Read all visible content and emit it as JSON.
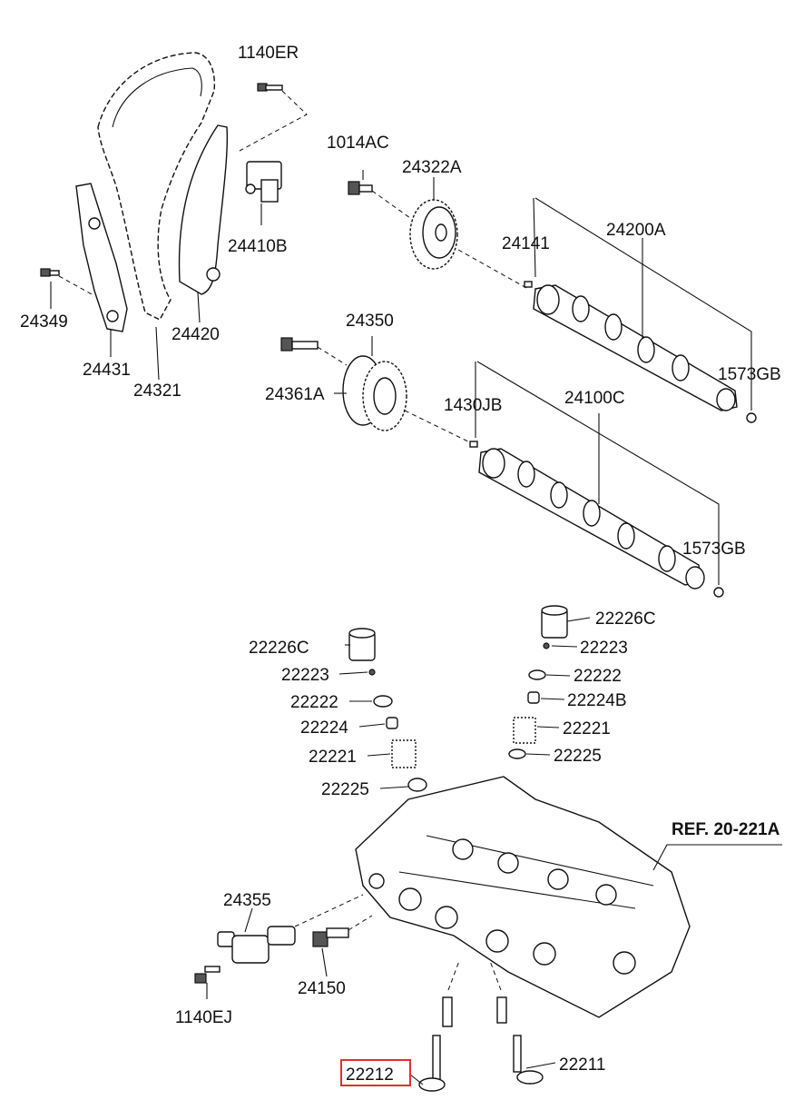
{
  "parts": [
    {
      "id": "p1140ER",
      "text": "1140ER"
    },
    {
      "id": "p1014AC",
      "text": "1014AC"
    },
    {
      "id": "p24322A",
      "text": "24322A"
    },
    {
      "id": "p24410B",
      "text": "24410B"
    },
    {
      "id": "p24141",
      "text": "24141"
    },
    {
      "id": "p24200A",
      "text": "24200A"
    },
    {
      "id": "p24349",
      "text": "24349"
    },
    {
      "id": "p24420",
      "text": "24420"
    },
    {
      "id": "p24431",
      "text": "24431"
    },
    {
      "id": "p24321",
      "text": "24321"
    },
    {
      "id": "p24350",
      "text": "24350"
    },
    {
      "id": "p24361A",
      "text": "24361A"
    },
    {
      "id": "p1573GB_a",
      "text": "1573GB"
    },
    {
      "id": "p1430JB",
      "text": "1430JB"
    },
    {
      "id": "p24100C",
      "text": "24100C"
    },
    {
      "id": "p1573GB_b",
      "text": "1573GB"
    },
    {
      "id": "p22226C_r",
      "text": "22226C"
    },
    {
      "id": "p22226C_l",
      "text": "22226C"
    },
    {
      "id": "p22223_r",
      "text": "22223"
    },
    {
      "id": "p22223_l",
      "text": "22223"
    },
    {
      "id": "p22222_r",
      "text": "22222"
    },
    {
      "id": "p22222_l",
      "text": "22222"
    },
    {
      "id": "p22224B",
      "text": "22224B"
    },
    {
      "id": "p22224",
      "text": "22224"
    },
    {
      "id": "p22221_r",
      "text": "22221"
    },
    {
      "id": "p22221_l",
      "text": "22221"
    },
    {
      "id": "p22225_r",
      "text": "22225"
    },
    {
      "id": "p22225_l",
      "text": "22225"
    },
    {
      "id": "pREF",
      "text": "REF. 20-221A"
    },
    {
      "id": "p24355",
      "text": "24355"
    },
    {
      "id": "p24150",
      "text": "24150"
    },
    {
      "id": "p1140EJ",
      "text": "1140EJ"
    },
    {
      "id": "p22211",
      "text": "22211"
    },
    {
      "id": "p22212",
      "text": "22212"
    }
  ],
  "highlighted_part": "22212"
}
